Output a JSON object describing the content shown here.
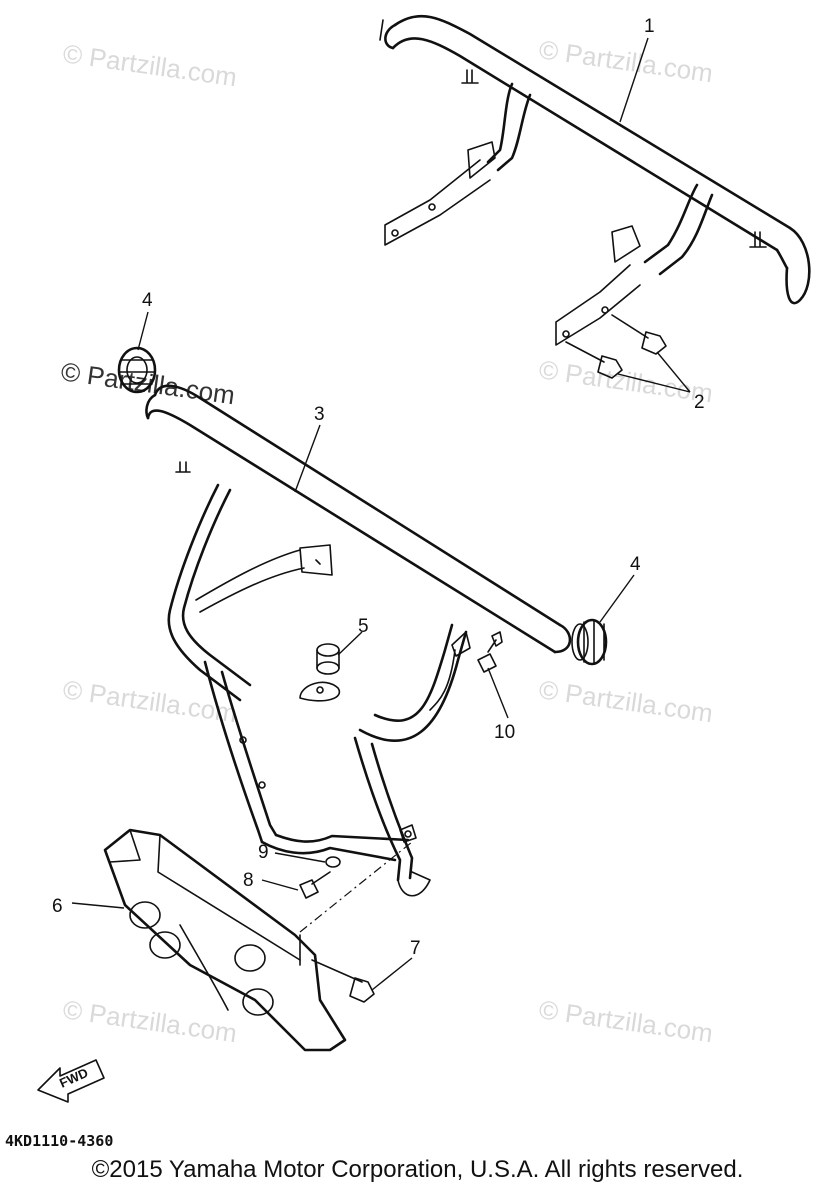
{
  "watermark": "© Partzilla.com",
  "callouts": {
    "c1": "1",
    "c2": "2",
    "c3": "3",
    "c4a": "4",
    "c4b": "4",
    "c5": "5",
    "c6": "6",
    "c7": "7",
    "c8": "8",
    "c9": "9",
    "c10": "10"
  },
  "direction_label": "FWD",
  "diagram_code": "4KD1110-4360",
  "copyright": "©2015 Yamaha Motor Corporation, U.S.A. All rights reserved."
}
